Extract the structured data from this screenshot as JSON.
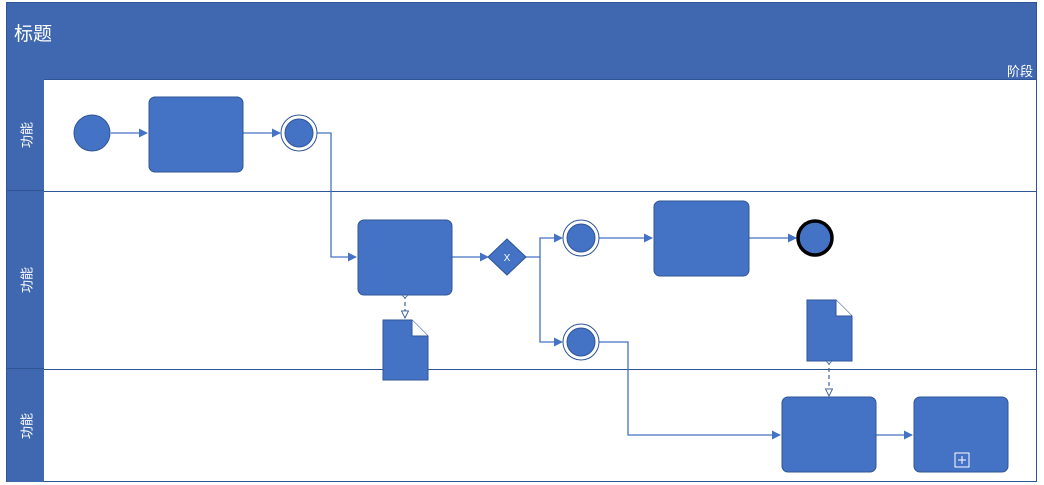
{
  "title": "标题",
  "phase": "阶段",
  "lanes": [
    {
      "label": "功能"
    },
    {
      "label": "功能"
    },
    {
      "label": "功能"
    }
  ],
  "gateway": {
    "label": "X"
  },
  "colors": {
    "header": "#4068b0",
    "shape": "#4472c4",
    "line": "#2f5597",
    "end_event_border": "#000000"
  }
}
